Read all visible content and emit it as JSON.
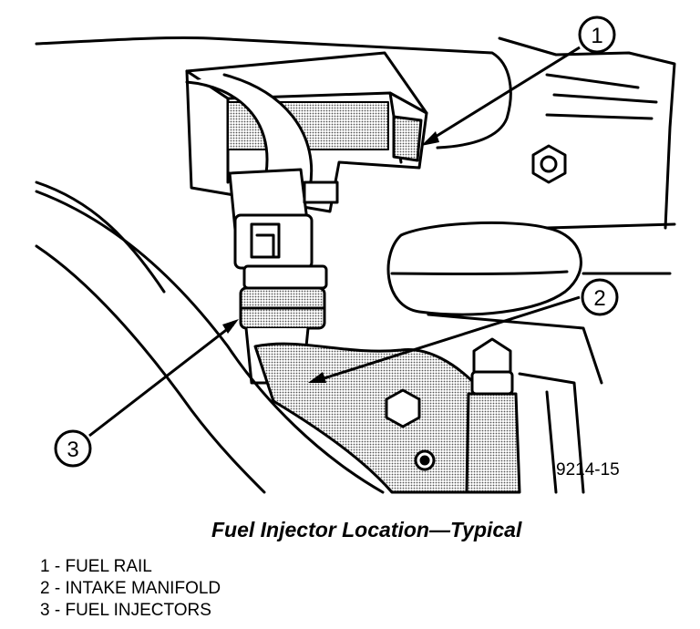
{
  "figure": {
    "id_label": "9214-15",
    "caption": "Fuel Injector Location—Typical"
  },
  "callouts": [
    {
      "number": "1",
      "label": "FUEL RAIL"
    },
    {
      "number": "2",
      "label": "INTAKE MANIFOLD"
    },
    {
      "number": "3",
      "label": "FUEL INJECTORS"
    }
  ],
  "colors": {
    "ink": "#000000",
    "shade": "#b8b8b8",
    "paper": "#ffffff"
  }
}
